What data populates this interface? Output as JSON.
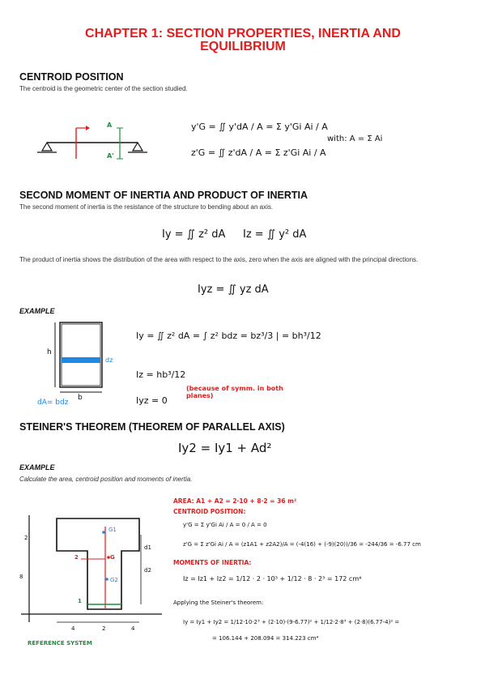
{
  "chapter_title_line1": "CHAPTER 1: SECTION PROPERTIES, INERTIA AND",
  "chapter_title_line2": "EQUILIBRIUM",
  "centroid": {
    "heading": "CENTROID POSITION",
    "text": "The centroid is the geometric center of the section studied.",
    "eq_y": "y'G = ∬ y'dA / A = Σ y'Gi Ai / A",
    "eq_z": "z'G = ∬ z'dA / A = Σ z'Gi Ai / A",
    "with": "with: A = Σ Ai",
    "label_A_top": "A",
    "label_A_bottom": "A'"
  },
  "inertia": {
    "heading": "SECOND MOMENT OF INERTIA AND PRODUCT OF INERTIA",
    "text1": "The second moment of inertia is the resistance of the structure to bending about an axis.",
    "eq_iy": "Iy = ∬ z² dA",
    "eq_iz": "Iz = ∬ y² dA",
    "text2": "The product of inertia shows the distribution of the area with respect to the axis, zero when the axis are aligned with the principal directions.",
    "eq_iyz": "Iyz = ∬ yz dA"
  },
  "example1": {
    "label": "EXAMPLE",
    "h_label": "h",
    "b_label": "b",
    "dz_label": "dz",
    "dA_label": "dA= bdz",
    "eq_iy": "Iy = ∬ z² dA = ∫ z² bdz = bz³/3 | = bh³/12",
    "eq_iz": "Iz = hb³/12",
    "eq_iyz": "Iyz = 0",
    "note": "(because of symm. in both planes)"
  },
  "steiner": {
    "heading": "STEINER'S THEOREM (THEOREM OF PARALLEL AXIS)",
    "formula": "Iy2 = Iy1 + Ad²"
  },
  "example2": {
    "label": "EXAMPLE",
    "task": "Calculate the area, centroid position and moments of inertia.",
    "area": "AREA: A1 + A2 = 2·10 + 8·2 = 36 m²",
    "centroid_title": "CENTROID POSITION:",
    "yg": "y'G = Σ y'Gi Ai / A = 0 / A = 0",
    "zg": "z'G = Σ z'Gi Ai / A = (z1A1 + z2A2)/A = (-4(16) + (-9)(20))/36 = -244/36 = -6.77 cm",
    "moments_title": "MOMENTS OF INERTIA:",
    "iz": "Iz = Iz1 + Iz2 = 1/12 · 2 · 10³ + 1/12 · 8 · 2³ = 172 cm⁴",
    "steiner_title": "Applying the Steiner's theorem:",
    "iy": "Iy = Iy1 + Iy2 = 1/12·10·2³ + (2·10)·(9-6.77)² + 1/12·2·8³ + (2·8)(6.77-4)² =",
    "iy_result": "= 106.144 + 208.094 = 314.223 cm⁴",
    "reference": "REFERENCE SYSTEM",
    "dims": {
      "d4a": "4",
      "d2": "2",
      "d4b": "4",
      "d8": "8",
      "d2v": "2",
      "d1": "d1",
      "d2lab": "d2"
    },
    "points": {
      "g1": "G1",
      "g": "G",
      "g2": "G2",
      "n2": "2",
      "n1": "1"
    }
  },
  "colors": {
    "title_red": "#e31c1c",
    "accent_blue": "#1e88e5",
    "green": "#1a8f3c",
    "orange": "#e89a2c"
  }
}
